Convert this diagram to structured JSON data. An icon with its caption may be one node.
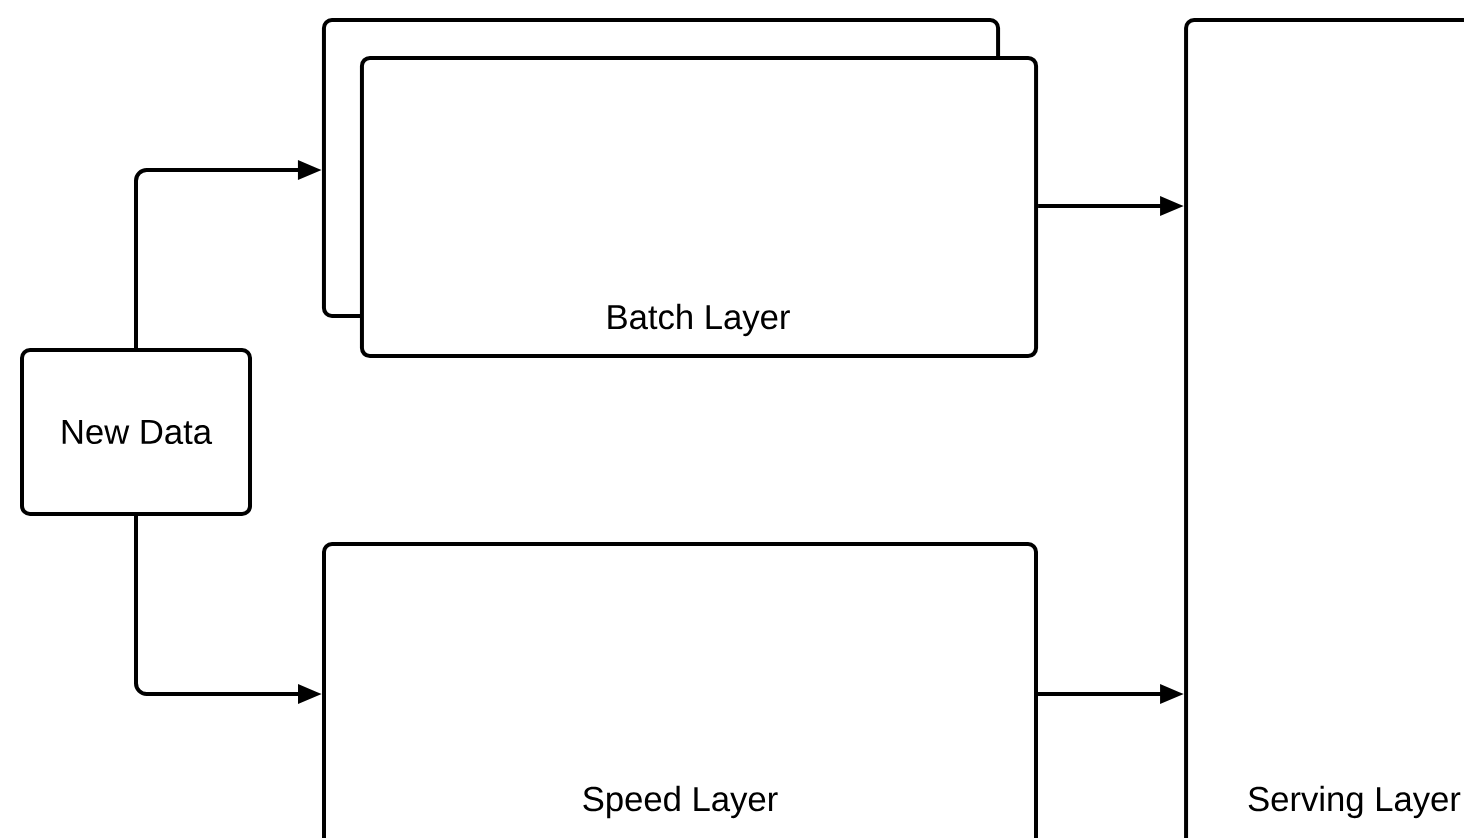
{
  "diagram": {
    "nodes": [
      {
        "text": [
          "New Data"
        ]
      },
      {
        "text": [],
        "shape": "box"
      },
      {
        "text": [
          "Batch Layer"
        ]
      },
      {
        "text": [
          "Speed Layer"
        ]
      },
      {
        "text": [
          "Serving Layer"
        ]
      }
    ],
    "edges": [
      {
        "from": 0,
        "to": 1,
        "arrow": "to"
      },
      {
        "from": 0,
        "to": 3,
        "arrow": "to"
      },
      {
        "from": 2,
        "to": 4,
        "arrow": "to"
      },
      {
        "from": 3,
        "to": 4,
        "arrow": "to"
      }
    ]
  }
}
